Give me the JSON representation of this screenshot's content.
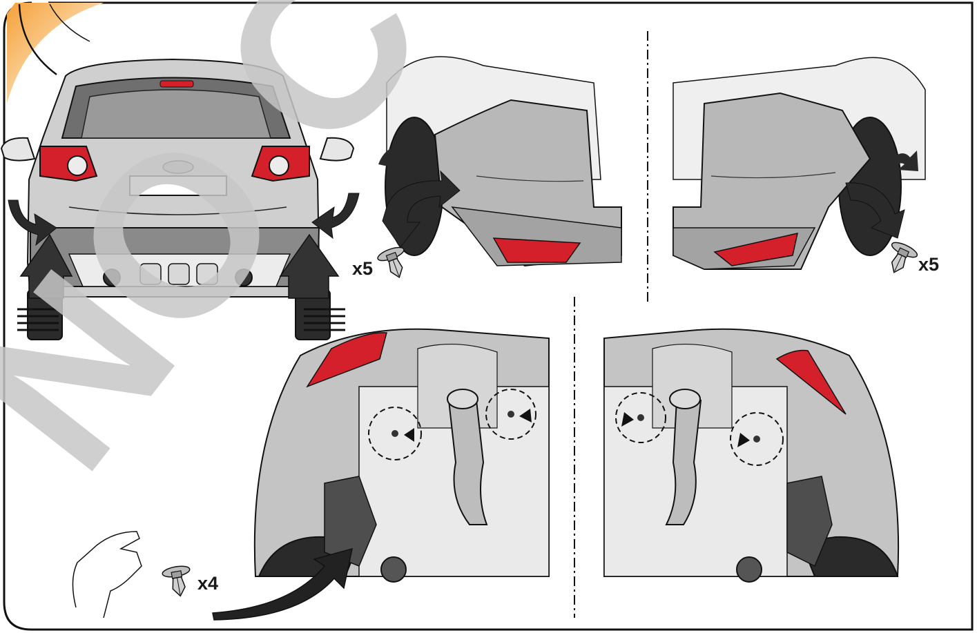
{
  "watermark": {
    "text": "NO COPY"
  },
  "quantities": {
    "left_wheel_clips": "x5",
    "right_wheel_clips": "x5",
    "underside_clips": "x4"
  },
  "colors": {
    "frame": "#111111",
    "accent_orange": "#f5a038",
    "body_grey": "#c9c9c9",
    "bumper_grey": "#a9a9a9",
    "dark_grey": "#555555",
    "tail_light_red": "#d4202a",
    "arrow_dark": "#222222",
    "watermark": "#c7c7c7"
  },
  "panels": [
    {
      "id": "rear-overview",
      "icons": [
        "car-rear-icon",
        "unclip-arrow-icon",
        "lift-arrow-icon"
      ]
    },
    {
      "id": "left-wheel-arch",
      "icons": [
        "bumper-corner-icon",
        "clip-icon"
      ]
    },
    {
      "id": "right-wheel-arch",
      "icons": [
        "bumper-corner-icon",
        "clip-icon"
      ]
    },
    {
      "id": "underside-left",
      "icons": [
        "exhaust-icon",
        "fastener-circle-icon"
      ]
    },
    {
      "id": "underside-right",
      "icons": [
        "exhaust-icon",
        "fastener-circle-icon"
      ]
    }
  ]
}
